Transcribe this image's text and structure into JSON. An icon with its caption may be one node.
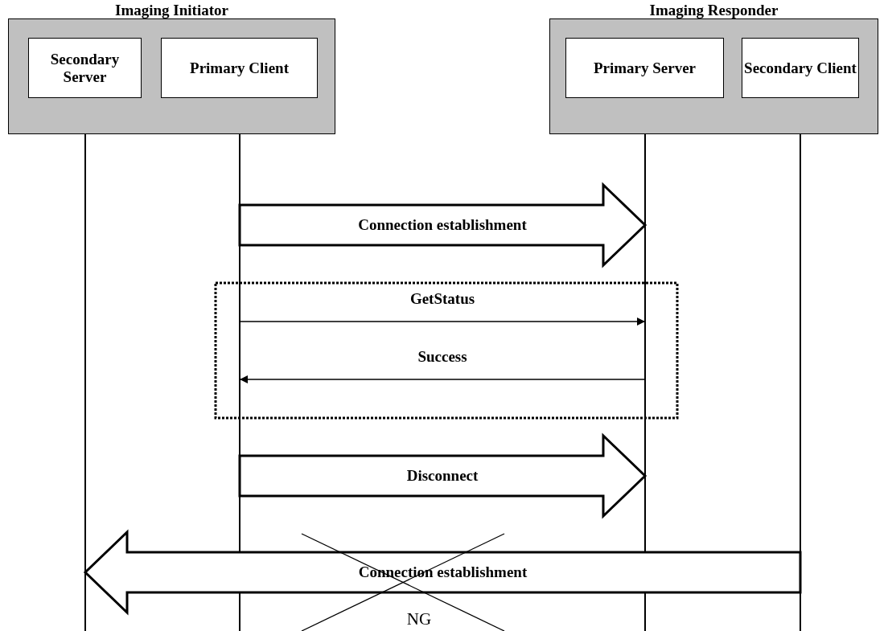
{
  "diagram": {
    "nodes": [
      {
        "text": [
          "Imaging Initiator"
        ]
      },
      {
        "text": [
          "Secondary Server"
        ],
        "in": 0
      },
      {
        "text": [
          "Primary Client"
        ],
        "in": 0
      },
      {
        "text": [
          "Imaging Responder"
        ]
      },
      {
        "text": [
          "Primary Server"
        ],
        "in": 3
      },
      {
        "text": [
          "Secondary Client"
        ],
        "in": 3
      },
      {
        "text": [],
        "shape": "line"
      },
      {
        "text": [],
        "shape": "line"
      },
      {
        "text": [],
        "shape": "line"
      },
      {
        "text": [],
        "shape": "line"
      }
    ],
    "edges": [
      {
        "from": 7,
        "to": 8,
        "arrow": "to",
        "label": "Connection establishment",
        "style": "thick"
      },
      {
        "from": 7,
        "to": 8,
        "arrow": "to",
        "label": "GetStatus"
      },
      {
        "from": 8,
        "to": 7,
        "arrow": "to",
        "label": "Success"
      },
      {
        "from": 7,
        "to": 8,
        "arrow": "to",
        "label": "Disconnect",
        "style": "thick"
      },
      {
        "from": 9,
        "to": 6,
        "arrow": "to",
        "label": "Connection establishment",
        "style": "thick"
      }
    ],
    "labels": [
      "NG"
    ]
  }
}
